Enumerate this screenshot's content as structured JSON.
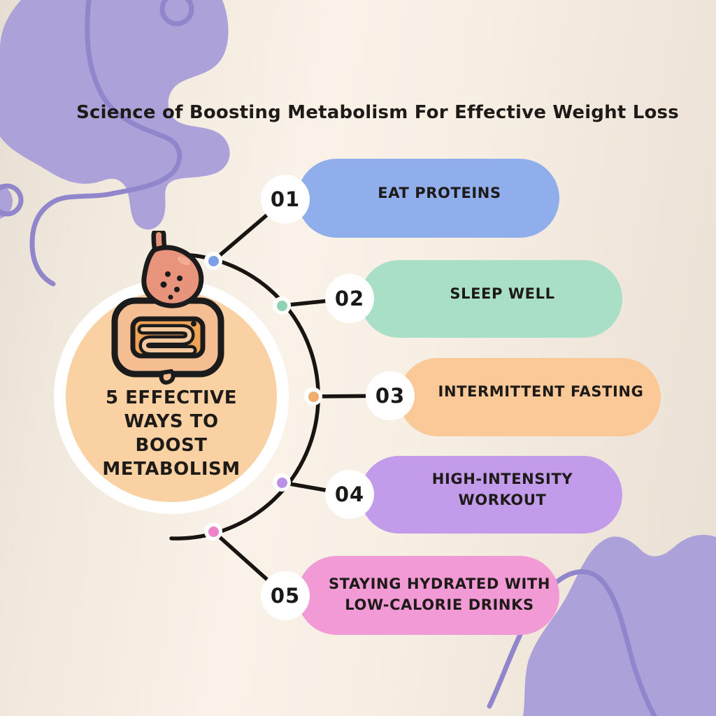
{
  "title": "Science of Boosting Metabolism For Effective Weight Loss",
  "center": {
    "lines": [
      "5 EFFECTIVE",
      "WAYS TO",
      "BOOST",
      "METABOLISM"
    ],
    "bg_color": "#F9D1A2",
    "ring_color": "#FFFFFF",
    "icon": "stomach-intestines-icon"
  },
  "items": [
    {
      "number": "01",
      "label": "EAT PROTEINS",
      "pill_color": "#91AEEC",
      "dot_color": "#7F9EE8"
    },
    {
      "number": "02",
      "label": "SLEEP WELL",
      "pill_color": "#A9DFC6",
      "dot_color": "#8FD2B2"
    },
    {
      "number": "03",
      "label": "INTERMITTENT FASTING",
      "pill_color": "#FAC997",
      "dot_color": "#F2AC6B"
    },
    {
      "number": "04",
      "label": "HIGH-INTENSITY WORKOUT",
      "pill_color": "#C29BEB",
      "dot_color": "#BD90E8"
    },
    {
      "number": "05",
      "label": "STAYING HYDRATED WITH LOW-CALORIE DRINKS",
      "pill_color": "#F29AD5",
      "dot_color": "#EF83CA"
    }
  ],
  "colors": {
    "background_base": "#F5EDE2",
    "blob": "#ACA2D9",
    "blob_line": "#9185CC",
    "connector": "#171411",
    "text_dark": "#1D1A17",
    "number_text": "#1B1917",
    "stomach": "#E8937B",
    "stomach_highlight": "#F1AC92",
    "intestine_light": "#F5BD92",
    "intestine_inner": "#F0A355",
    "intestine_tube": "#F5C79D",
    "icon_outline": "#1B1B1B"
  }
}
